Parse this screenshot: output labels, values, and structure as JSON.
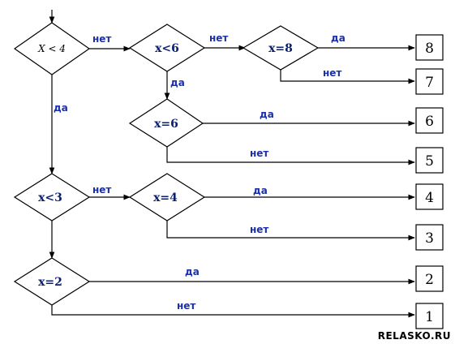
{
  "conditions": {
    "x_lt_4": "X < 4",
    "x_lt_6": "x<6",
    "x_eq_8": "x=8",
    "x_eq_6": "x=6",
    "x_lt_3": "x<3",
    "x_eq_4": "x=4",
    "x_eq_2": "x=2"
  },
  "branch_labels": {
    "yes": "да",
    "no": "нет"
  },
  "results": [
    "8",
    "7",
    "6",
    "5",
    "4",
    "3",
    "2",
    "1"
  ],
  "watermark": "RELASKO.RU",
  "colors": {
    "label_text": "#1a2fae",
    "condition_text": "#0a1f6e",
    "lines": "#000000"
  }
}
